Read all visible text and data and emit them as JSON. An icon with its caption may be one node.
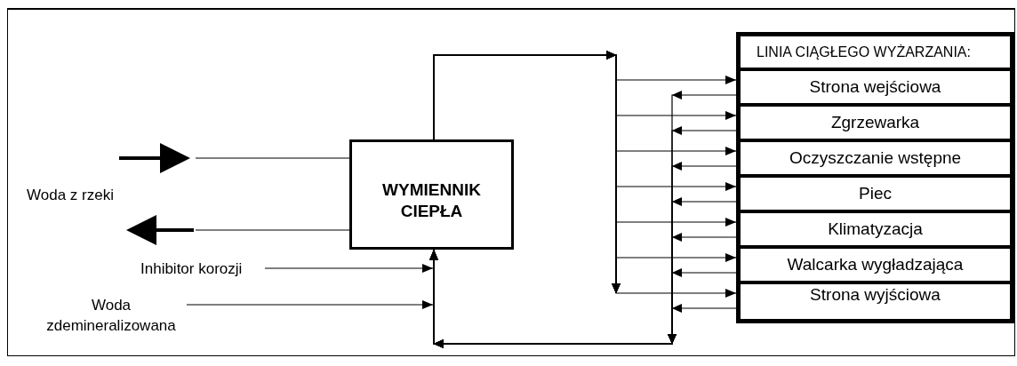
{
  "diagram": {
    "nodes": [
      {
        "text": [
          "WYMIENNIK CIEPŁA"
        ]
      },
      {
        "text": [
          "LINIA CIĄGŁEGO WYŻARZANIA:"
        ]
      },
      {
        "text": [
          "Strona wejściowa"
        ],
        "in": 1
      },
      {
        "text": [
          "Zgrzewarka"
        ],
        "in": 1
      },
      {
        "text": [
          "Oczyszczanie wstępne"
        ],
        "in": 1
      },
      {
        "text": [
          "Piec"
        ],
        "in": 1
      },
      {
        "text": [
          "Klimatyzacja"
        ],
        "in": 1
      },
      {
        "text": [
          "Walcarka wygładzająca"
        ],
        "in": 1
      },
      {
        "text": [
          "Strona wyjściowa"
        ],
        "in": 1
      },
      {
        "text": [
          "Inhibitor korozji"
        ]
      },
      {
        "text": [
          "Woda zdemineralizowana"
        ]
      }
    ],
    "edges": [
      {
        "from": null,
        "to": 0,
        "arrow": "none"
      },
      {
        "from": 0,
        "to": null,
        "arrow": "none"
      },
      {
        "from": 9,
        "to": 0,
        "arrow": "to"
      },
      {
        "from": 10,
        "to": 0,
        "arrow": "to"
      },
      {
        "from": 0,
        "to": 2,
        "arrow": "to"
      },
      {
        "from": 0,
        "to": 3,
        "arrow": "to"
      },
      {
        "from": 0,
        "to": 4,
        "arrow": "to"
      },
      {
        "from": 0,
        "to": 5,
        "arrow": "to"
      },
      {
        "from": 0,
        "to": 6,
        "arrow": "to"
      },
      {
        "from": 0,
        "to": 7,
        "arrow": "to"
      },
      {
        "from": 0,
        "to": 8,
        "arrow": "to"
      },
      {
        "from": 2,
        "to": 0,
        "arrow": "to"
      },
      {
        "from": 3,
        "to": 0,
        "arrow": "to"
      },
      {
        "from": 4,
        "to": 0,
        "arrow": "to"
      },
      {
        "from": 5,
        "to": 0,
        "arrow": "to"
      },
      {
        "from": 6,
        "to": 0,
        "arrow": "to"
      },
      {
        "from": 7,
        "to": 0,
        "arrow": "to"
      },
      {
        "from": 8,
        "to": 0,
        "arrow": "to"
      }
    ],
    "labels": [
      "Woda z rzeki"
    ]
  }
}
